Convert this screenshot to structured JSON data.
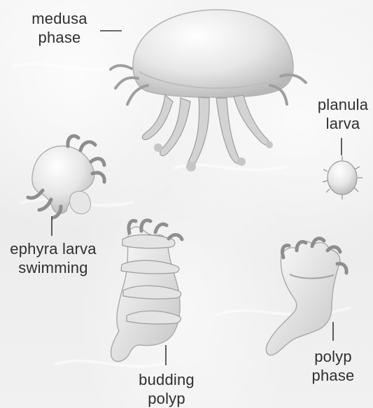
{
  "labels": {
    "medusa_phase": "medusa\nphase",
    "planula_larva": "planula\nlarva",
    "ephyra_larva": "ephyra larva\nswimming",
    "budding_polyp": "budding\npolyp",
    "polyp_phase": "polyp\nphase"
  },
  "colors": {
    "background": "#efefef",
    "text": "#2f2f2f",
    "body_light": "#fafafa",
    "body_mid": "#d8d8d8",
    "body_dark": "#a9a9a9"
  }
}
